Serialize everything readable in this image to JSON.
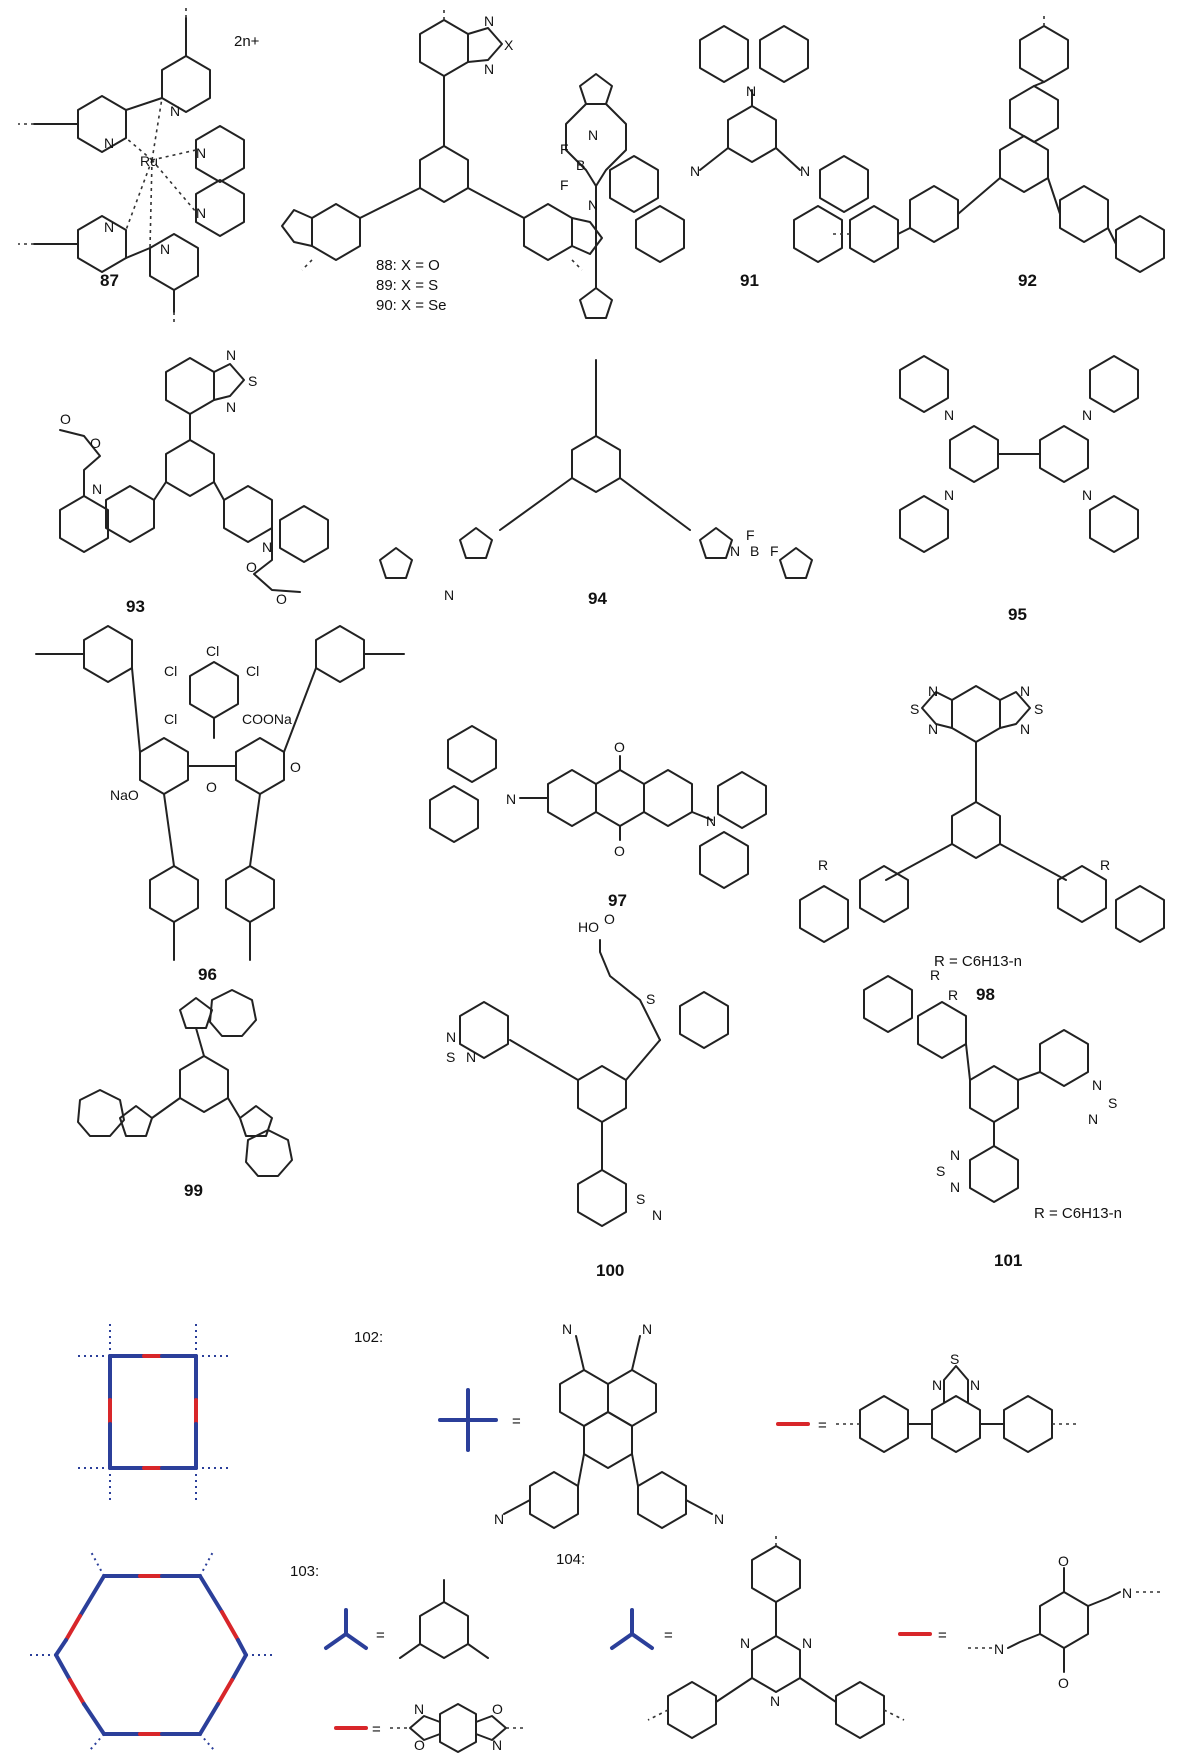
{
  "compounds": [
    {
      "id": "87",
      "label": "87",
      "charge": "2n+",
      "atoms": [
        "N",
        "N",
        "N",
        "N",
        "N",
        "N",
        "Ru"
      ]
    },
    {
      "id": "88-90",
      "label_lines": [
        "88: X = O",
        "89: X = S",
        "90: X = Se"
      ],
      "atoms": [
        "N",
        "X",
        "N"
      ]
    },
    {
      "id": "91",
      "label": "91",
      "atoms": [
        "N",
        "N",
        "N"
      ]
    },
    {
      "id": "92",
      "label": "92"
    },
    {
      "id": "93",
      "label": "93",
      "atoms": [
        "N",
        "S",
        "N",
        "O",
        "O",
        "N",
        "O",
        "O",
        "N"
      ]
    },
    {
      "id": "94",
      "label": "94",
      "atoms": [
        "F",
        "B",
        "F",
        "N",
        "N",
        "N",
        "B",
        "F",
        "F",
        "N"
      ]
    },
    {
      "id": "95",
      "label": "95",
      "atoms": [
        "N",
        "N",
        "N",
        "N"
      ]
    },
    {
      "id": "96",
      "label": "96",
      "atoms": [
        "Cl",
        "Cl",
        "Cl",
        "Cl",
        "COONa",
        "NaO",
        "O",
        "O"
      ]
    },
    {
      "id": "97",
      "label": "97",
      "atoms": [
        "N",
        "O",
        "O",
        "N"
      ]
    },
    {
      "id": "98",
      "label": "98",
      "note": "R = C6H13-n",
      "atoms": [
        "N",
        "S",
        "N",
        "N",
        "S",
        "N",
        "R",
        "R"
      ]
    },
    {
      "id": "99",
      "label": "99"
    },
    {
      "id": "100",
      "label": "100",
      "atoms": [
        "HO",
        "O",
        "S",
        "N",
        "S",
        "N",
        "S",
        "N"
      ]
    },
    {
      "id": "101",
      "label": "101",
      "note": "R = C6H13-n",
      "atoms": [
        "R",
        "R",
        "N",
        "S",
        "N",
        "N",
        "S",
        "N"
      ]
    }
  ],
  "schemes": {
    "s102": {
      "label": "102:",
      "eq": "=",
      "atoms": [
        "N",
        "N",
        "N",
        "N",
        "N",
        "S",
        "N"
      ]
    },
    "s103": {
      "label": "103:",
      "eq": "=",
      "atoms": [
        "N",
        "O",
        "O",
        "N"
      ]
    },
    "s104": {
      "label": "104:",
      "eq": "=",
      "atoms": [
        "N",
        "N",
        "N",
        "N",
        "N",
        "O",
        "O"
      ]
    }
  },
  "colors": {
    "node": "#2b3f9a",
    "linker": "#d8262a",
    "bond": "#222222"
  }
}
